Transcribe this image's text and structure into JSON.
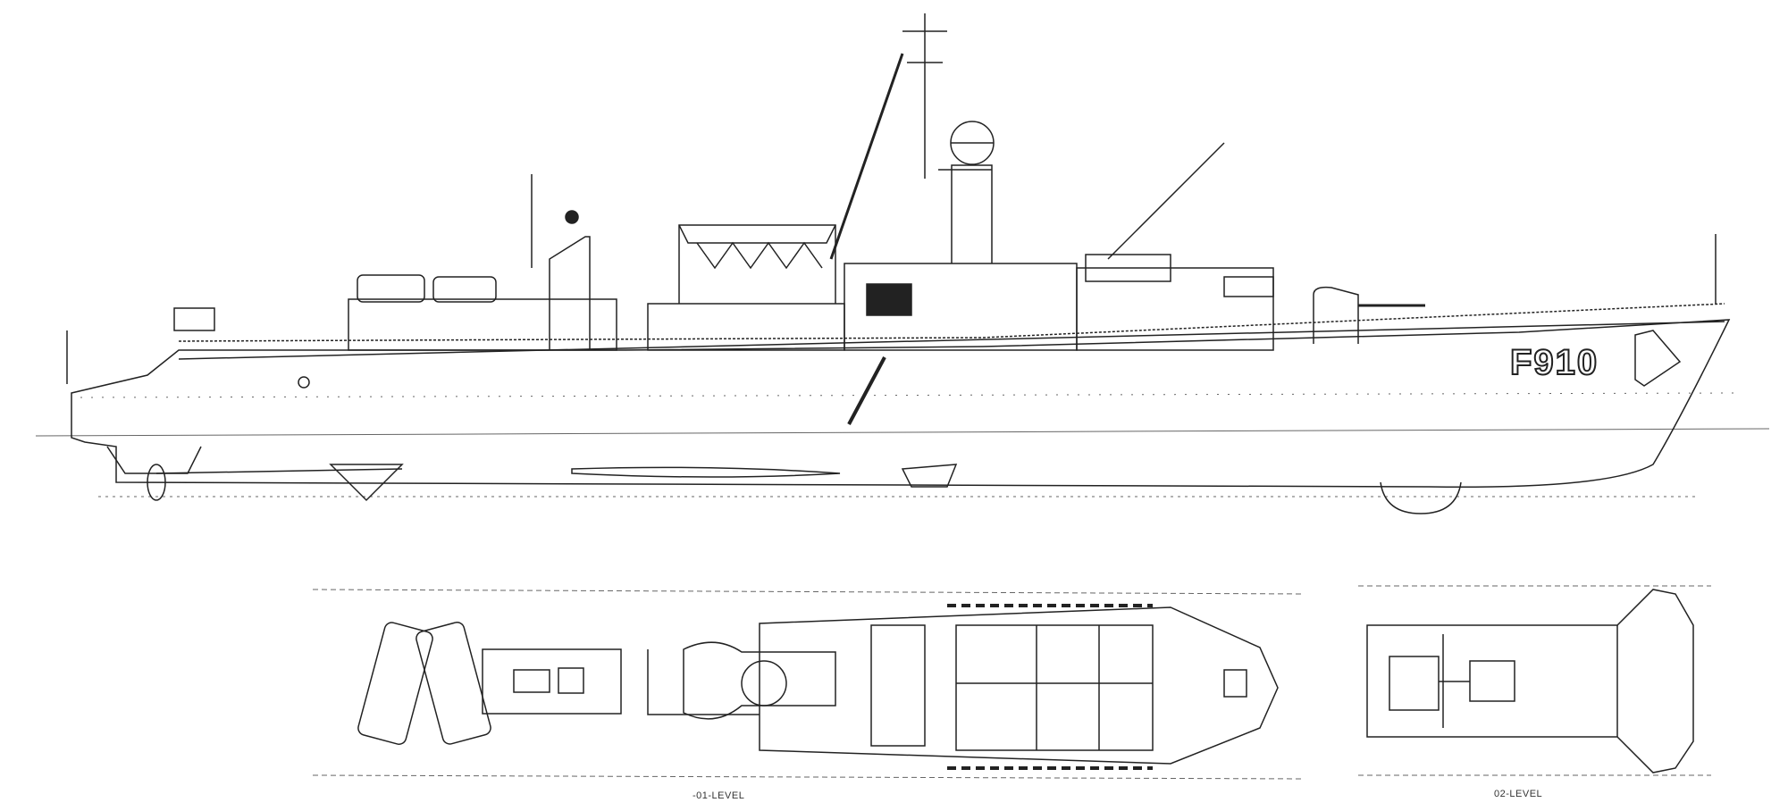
{
  "drawing": {
    "hull_number": "F910",
    "plan_labels": [
      "-01-LEVEL",
      "02-LEVEL"
    ],
    "line_color": "#222222"
  }
}
